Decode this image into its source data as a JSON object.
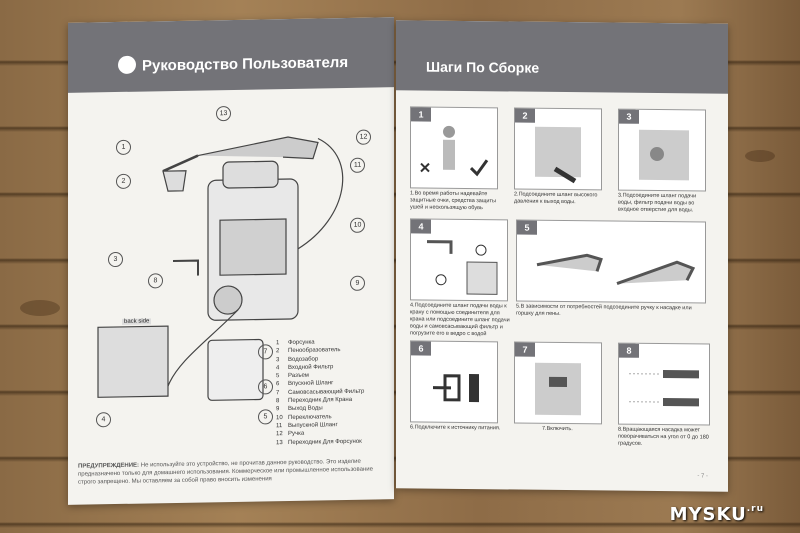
{
  "left_page": {
    "header_title": "Руководство Пользователя",
    "back_side_label": "back side",
    "callouts": [
      "1",
      "2",
      "3",
      "4",
      "5",
      "6",
      "7",
      "8",
      "9",
      "10",
      "11",
      "12",
      "13"
    ],
    "legend": [
      {
        "num": "1",
        "text": "Форсунка"
      },
      {
        "num": "2",
        "text": "Пенообразователь"
      },
      {
        "num": "3",
        "text": "Водозабор"
      },
      {
        "num": "4",
        "text": "Входной Фильтр"
      },
      {
        "num": "5",
        "text": "Разъем"
      },
      {
        "num": "6",
        "text": "Впускной Шланг"
      },
      {
        "num": "7",
        "text": "Самовсасывающий Фильтр"
      },
      {
        "num": "8",
        "text": "Переходник Для Крана"
      },
      {
        "num": "9",
        "text": "Выход Воды"
      },
      {
        "num": "10",
        "text": "Переключатель"
      },
      {
        "num": "11",
        "text": "Выпускной Шланг"
      },
      {
        "num": "12",
        "text": "Ручка"
      },
      {
        "num": "13",
        "text": "Переходник Для Форсунок"
      }
    ],
    "warning_title": "ПРЕДУПРЕЖДЕНИЕ:",
    "warning_text": "Не используйте это устройство, не прочитав данное руководство. Это изделие предназначено только для домашнего использования. Коммерческое или промышленное использование строго запрещено. Мы оставляем за собой право вносить изменения"
  },
  "right_page": {
    "header_title": "Шаги По Сборке",
    "steps": [
      {
        "num": "1",
        "text": "1.Во время работы надевайте защитные очки, средства защиты ушей и нескользящую обувь"
      },
      {
        "num": "2",
        "text": "2.Подсоедините шланг высокого давления к выход воды."
      },
      {
        "num": "3",
        "text": "3.Подсоедините шланг подачи воды, фильтр подачи воды во входное отверстие для воды."
      },
      {
        "num": "4",
        "text": "4.Подсоедините шланг подачи воды к крану с помощью соединителя для крана или подсоедините шланг подачи воды и самовсасывающий фильтр и погрузите его в ведро с водой"
      },
      {
        "num": "5",
        "text": "5.В зависимости от потребностей подсоедините ручку к насадке или горшку для пены."
      },
      {
        "num": "6",
        "text": "6.Подключите к источнику питания."
      },
      {
        "num": "7",
        "text": "7.Включить."
      },
      {
        "num": "8",
        "text": "8.Вращающаяся насадка может поворачиваться на угол от 0 до 180 градусов."
      }
    ],
    "page_foot": "- 7 -"
  },
  "watermark": {
    "text": "MYSKU",
    "suffix": ".ru"
  },
  "colors": {
    "header": "#737378",
    "paper": "#f4f3ef",
    "wood": "#9c7a52"
  }
}
